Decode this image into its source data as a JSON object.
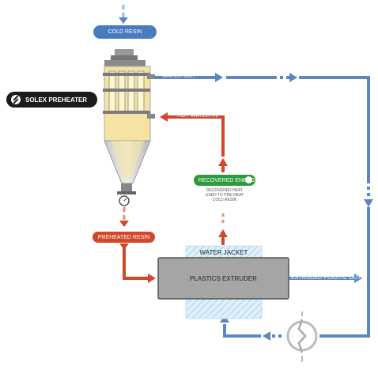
{
  "labels": {
    "cold_resin": "COLD RESIN",
    "solex_preheater": "SOLEX PREHEATER",
    "water_out": "WATER OUT",
    "hot_water_in": "HOT WATER IN",
    "recovered_energy": "RECOVERED ENERGY",
    "recovered_note_1": "RECOVERED HEAT",
    "recovered_note_2": "USED TO PRE-HEAT",
    "recovered_note_3": "COLD RESIN",
    "preheated_resin": "PREHEATED RESIN",
    "water_jacket": "WATER JACKET",
    "plastics_extruder": "PLASTICS EXTRUDER",
    "extruded_plastic_out": "EXTRUDED PLASTIC OUT"
  },
  "colors": {
    "cold_flow": "#5b86c4",
    "hot_flow": "#d2462a",
    "recovered_green": "#2e9a3c",
    "extruder_gray": "#a5a5a5",
    "jacket_blue": "#d6ecf7",
    "product_yellow": "#f4e3a3"
  },
  "icons": {
    "solex_logo": "solex-logo-icon",
    "recycle": "recycle-icon",
    "heat_exchanger": "heat-exchanger-icon",
    "pressure_gauge": "gauge-icon"
  }
}
